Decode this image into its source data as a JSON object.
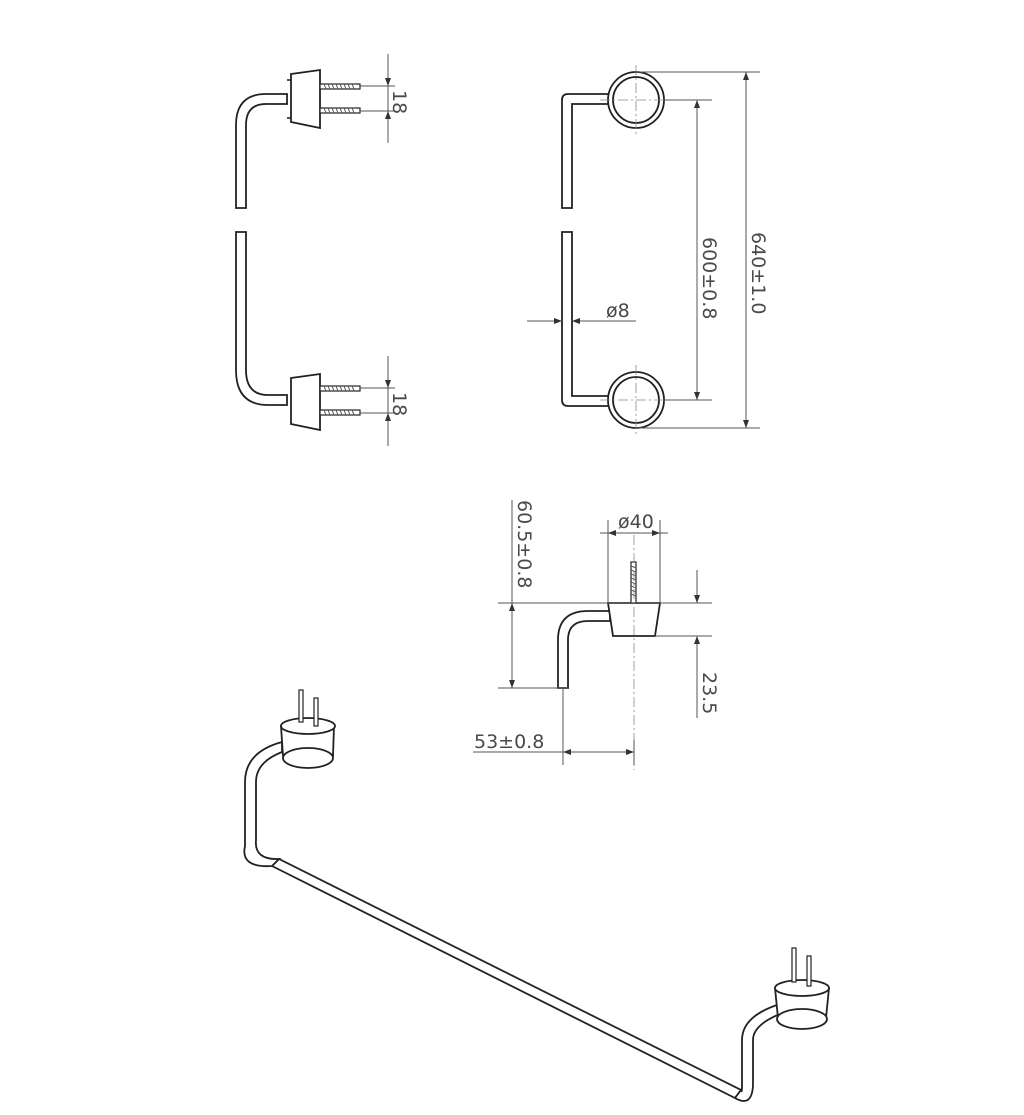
{
  "drawing": {
    "top_view": {
      "screw_spacing_top": "18",
      "screw_spacing_bottom": "18"
    },
    "front_view": {
      "overall_length": "640±1.0",
      "center_distance": "600±0.8",
      "rod_diameter": "ø8"
    },
    "side_view": {
      "base_diameter": "ø40",
      "height": "60.5±0.8",
      "projection": "53±0.8",
      "base_height": "23.5"
    },
    "colors": {
      "line": "#222222",
      "dimension_text": "#4a4a4a",
      "background": "#ffffff"
    }
  }
}
